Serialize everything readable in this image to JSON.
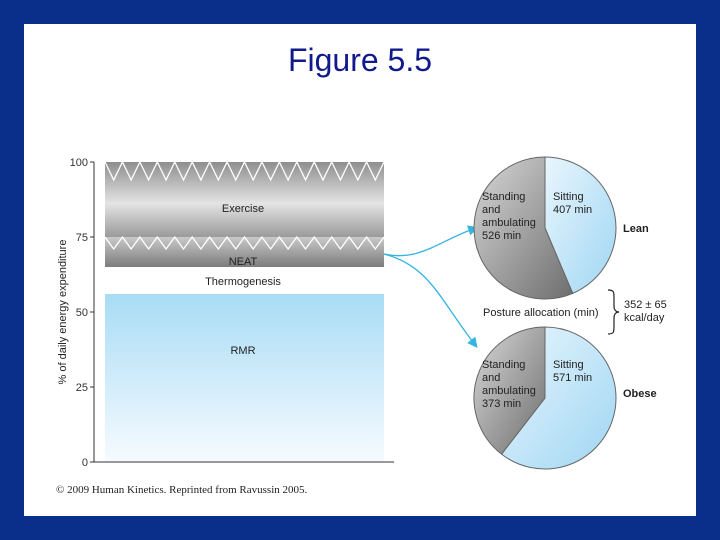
{
  "title": "Figure 5.5",
  "credit": "© 2009 Human Kinetics. Reprinted from Ravussin 2005.",
  "colors": {
    "background": "#0a2f8a",
    "title": "#101a8c",
    "exercise_top": "#8e8e8e",
    "rmr_top": "#a8dcf5",
    "pie_sitting": "#b9e2f8",
    "pie_standing": "#8a8a8a",
    "arrow": "#34b4e0"
  },
  "chart_data": [
    {
      "type": "bar",
      "title": "",
      "xlabel": "",
      "ylabel": "% of daily energy expenditure",
      "ylim": [
        0,
        100
      ],
      "yticks": [
        0,
        25,
        50,
        75,
        100
      ],
      "segments": [
        {
          "name": "RMR",
          "from": 0,
          "to": 56
        },
        {
          "name": "Thermogenesis",
          "from": 56,
          "to": 65
        },
        {
          "name": "NEAT",
          "from": 65,
          "to": 75
        },
        {
          "name": "Exercise",
          "from": 75,
          "to": 100
        }
      ]
    },
    {
      "type": "pie",
      "label": "Lean",
      "slices": [
        {
          "label_lines": [
            "Sitting",
            "407 min"
          ],
          "value": 407
        },
        {
          "label_lines": [
            "Standing",
            "and",
            "ambulating",
            "526 min"
          ],
          "value": 526
        }
      ]
    },
    {
      "type": "pie",
      "label": "Obese",
      "slices": [
        {
          "label_lines": [
            "Sitting",
            "571 min"
          ],
          "value": 571
        },
        {
          "label_lines": [
            "Standing",
            "and",
            "ambulating",
            "373 min"
          ],
          "value": 373
        }
      ]
    }
  ],
  "annotation": {
    "posture_label": "Posture allocation (min)",
    "difference_lines": [
      "352 ± 65",
      "kcal/day"
    ]
  }
}
